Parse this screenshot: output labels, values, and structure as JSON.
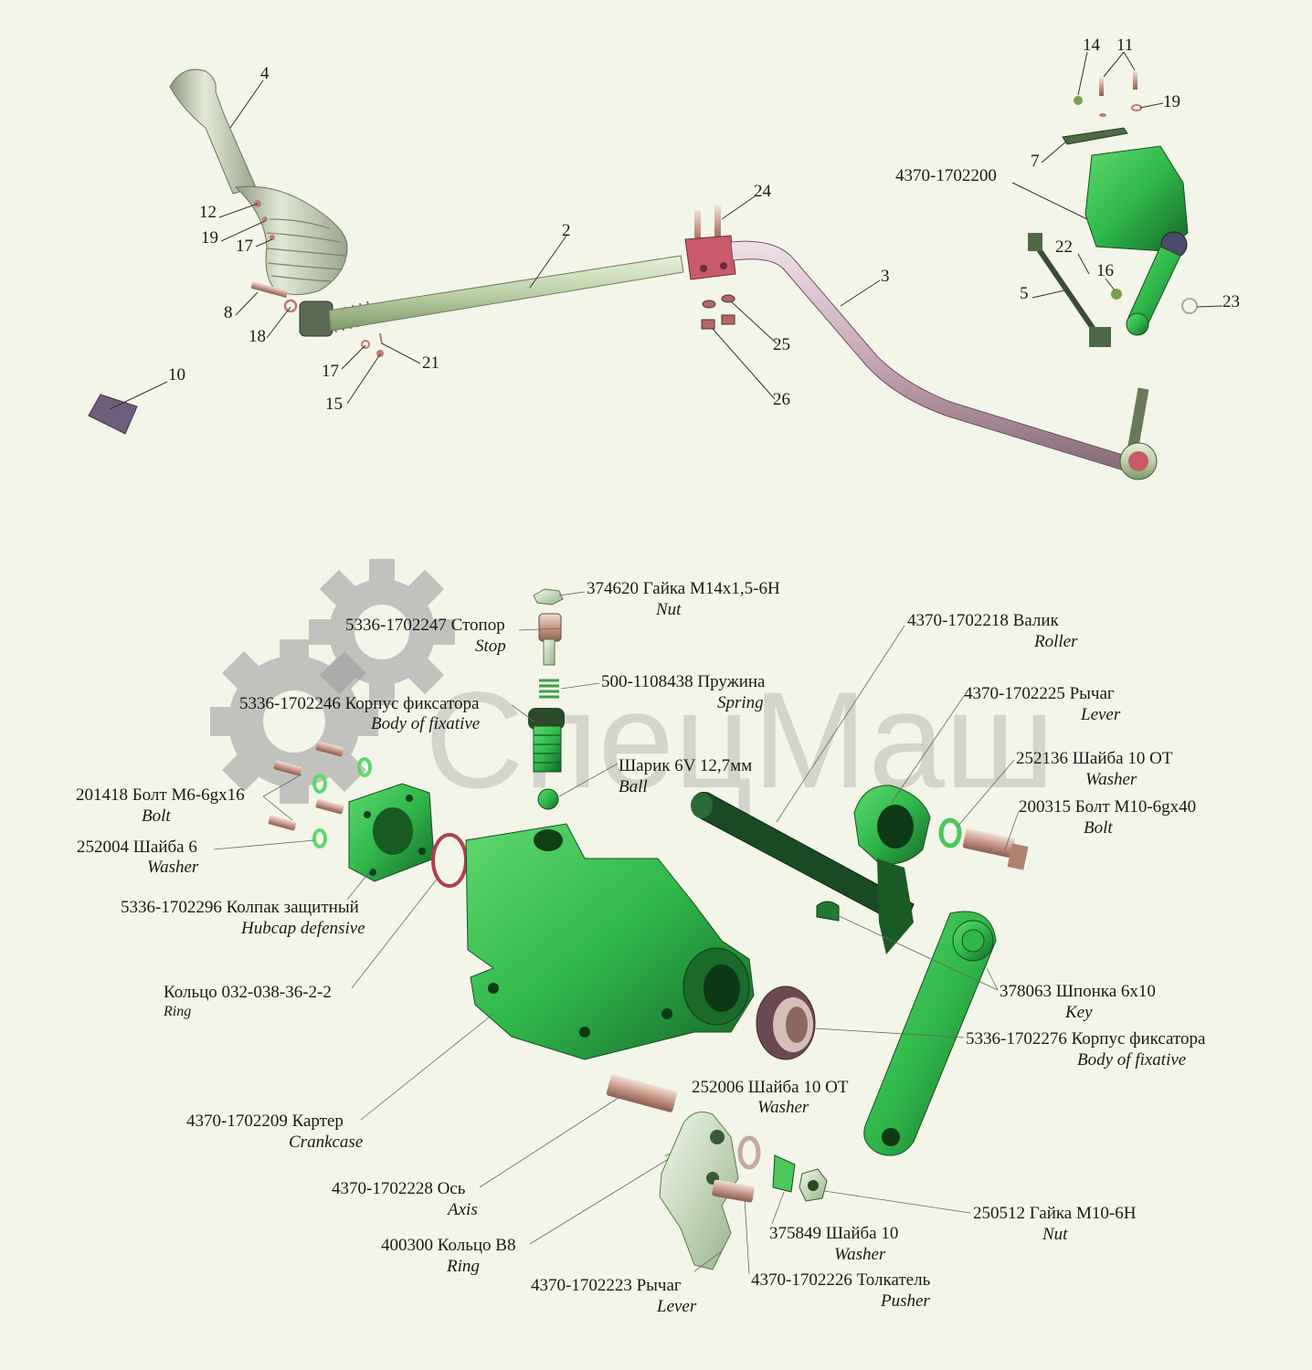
{
  "watermark": {
    "text": "СпецМаш"
  },
  "top_assembly": {
    "callouts": [
      {
        "id": "c4",
        "text": "4"
      },
      {
        "id": "c12",
        "text": "12"
      },
      {
        "id": "c19a",
        "text": "19"
      },
      {
        "id": "c17a",
        "text": "17"
      },
      {
        "id": "c8",
        "text": "8"
      },
      {
        "id": "c18",
        "text": "18"
      },
      {
        "id": "c2",
        "text": "2"
      },
      {
        "id": "c17b",
        "text": "17"
      },
      {
        "id": "c21",
        "text": "21"
      },
      {
        "id": "c15",
        "text": "15"
      },
      {
        "id": "c10",
        "text": "10"
      },
      {
        "id": "c24",
        "text": "24"
      },
      {
        "id": "c3",
        "text": "3"
      },
      {
        "id": "c25",
        "text": "25"
      },
      {
        "id": "c26",
        "text": "26"
      },
      {
        "id": "c14",
        "text": "14"
      },
      {
        "id": "c11",
        "text": "11"
      },
      {
        "id": "c19b",
        "text": "19"
      },
      {
        "id": "c7",
        "text": "7"
      },
      {
        "id": "c4370",
        "text": "4370-1702200"
      },
      {
        "id": "c22",
        "text": "22"
      },
      {
        "id": "c16",
        "text": "16"
      },
      {
        "id": "c5",
        "text": "5"
      },
      {
        "id": "c23",
        "text": "23"
      }
    ]
  },
  "parts": [
    {
      "code": "374620 Гайка М14х1,5-6Н",
      "en": "Nut"
    },
    {
      "code": "5336-1702247 Стопор",
      "en": "Stop"
    },
    {
      "code": "500-1108438 Пружина",
      "en": "Spring"
    },
    {
      "code": "5336-1702246   Корпус фиксатора",
      "en": "Body of fixative"
    },
    {
      "code": "Шарик 6V 12,7мм",
      "en": "Ball"
    },
    {
      "code": "201418 Болт М6-6gx16",
      "en": "Bolt"
    },
    {
      "code": "252004  Шайба 6",
      "en": "Washer"
    },
    {
      "code": "5336-1702296  Колпак защитный",
      "en": "Hubcap defensive"
    },
    {
      "code": "Кольцо 032-038-36-2-2",
      "en": "Ring"
    },
    {
      "code": "4370-1702209  Картер",
      "en": "Crankcase"
    },
    {
      "code": "4370-1702228 Ось",
      "en": "Axis"
    },
    {
      "code": "400300 Кольцо В8",
      "en": "Ring"
    },
    {
      "code": "4370-1702223 Рычаг",
      "en": "Lever"
    },
    {
      "code": "4370-1702218 Валик",
      "en": "Roller"
    },
    {
      "code": "4370-1702225 Рычаг",
      "en": "Lever"
    },
    {
      "code": "252136 Шайба 10 ОТ",
      "en": "Washer"
    },
    {
      "code": "200315 Болт М10-6gx40",
      "en": "Bolt"
    },
    {
      "code": "378063 Шпонка 6х10",
      "en": "Key"
    },
    {
      "code": "5336-1702276 Корпус фиксатора",
      "en": "Body of fixative"
    },
    {
      "code": "252006  Шайба 10 ОТ",
      "en": "Washer"
    },
    {
      "code": "375849 Шайба 10",
      "en": "Washer"
    },
    {
      "code": "250512 Гайка М10-6Н",
      "en": "Nut"
    },
    {
      "code": "4370-1702226  Толкатель",
      "en": "Pusher"
    }
  ],
  "colors": {
    "background": "#f3f5e8",
    "green_part": "#2fb84a",
    "green_dark": "#1e7a30",
    "light_part": "#d8e4c8",
    "rod_pink": "#c9a8b8",
    "bracket_red": "#c85a6a",
    "watermark_gray": "#999999"
  }
}
